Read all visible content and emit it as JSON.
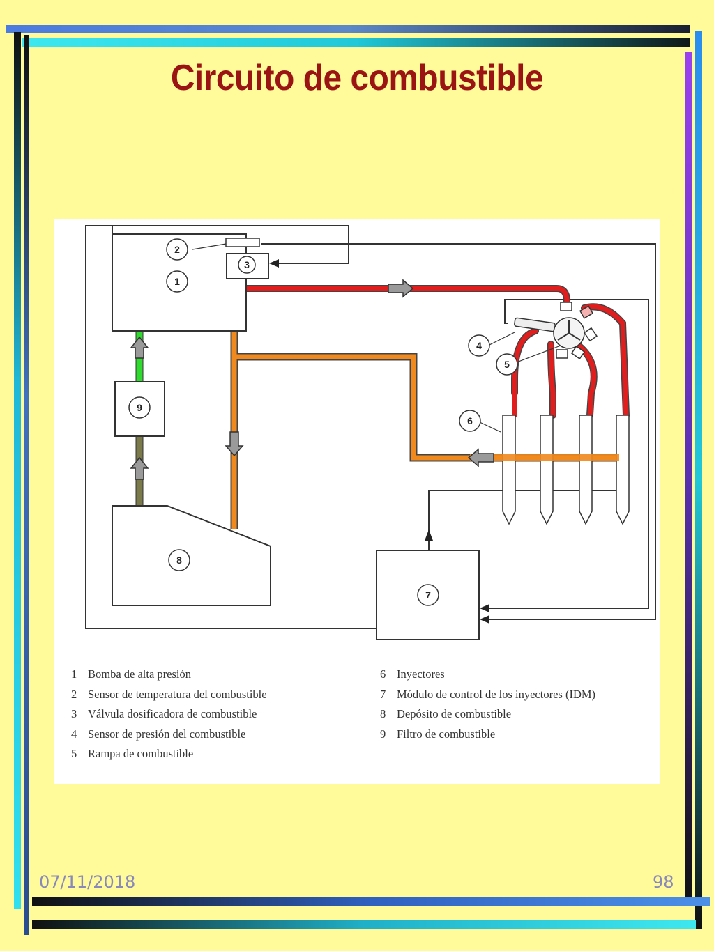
{
  "slide": {
    "title": "Circuito de combustible",
    "date": "07/11/2018",
    "page_number": "98"
  },
  "diagram": {
    "component_numbers": [
      "1",
      "2",
      "3",
      "4",
      "5",
      "6",
      "7",
      "8",
      "9"
    ],
    "legend_left": [
      {
        "num": "1",
        "label": "Bomba de alta presión"
      },
      {
        "num": "2",
        "label": "Sensor de temperatura del combustible"
      },
      {
        "num": "3",
        "label": "Válvula dosificadora de combustible"
      },
      {
        "num": "4",
        "label": "Sensor de presión del combustible"
      },
      {
        "num": "5",
        "label": "Rampa de combustible"
      }
    ],
    "legend_right": [
      {
        "num": "6",
        "label": "Inyectores"
      },
      {
        "num": "7",
        "label": "Módulo de control de los inyectores (IDM)"
      },
      {
        "num": "8",
        "label": "Depósito de combustible"
      },
      {
        "num": "9",
        "label": "Filtro de combustible"
      }
    ]
  },
  "colors": {
    "background": "#FFFA9A",
    "title": "#9B1414",
    "high_pressure_line": "#E01E1E",
    "return_line": "#F08A1E",
    "filtered_line": "#2EDB2E",
    "supply_line": "#7A7A4A",
    "flow_arrow": "#9A9A9A"
  }
}
